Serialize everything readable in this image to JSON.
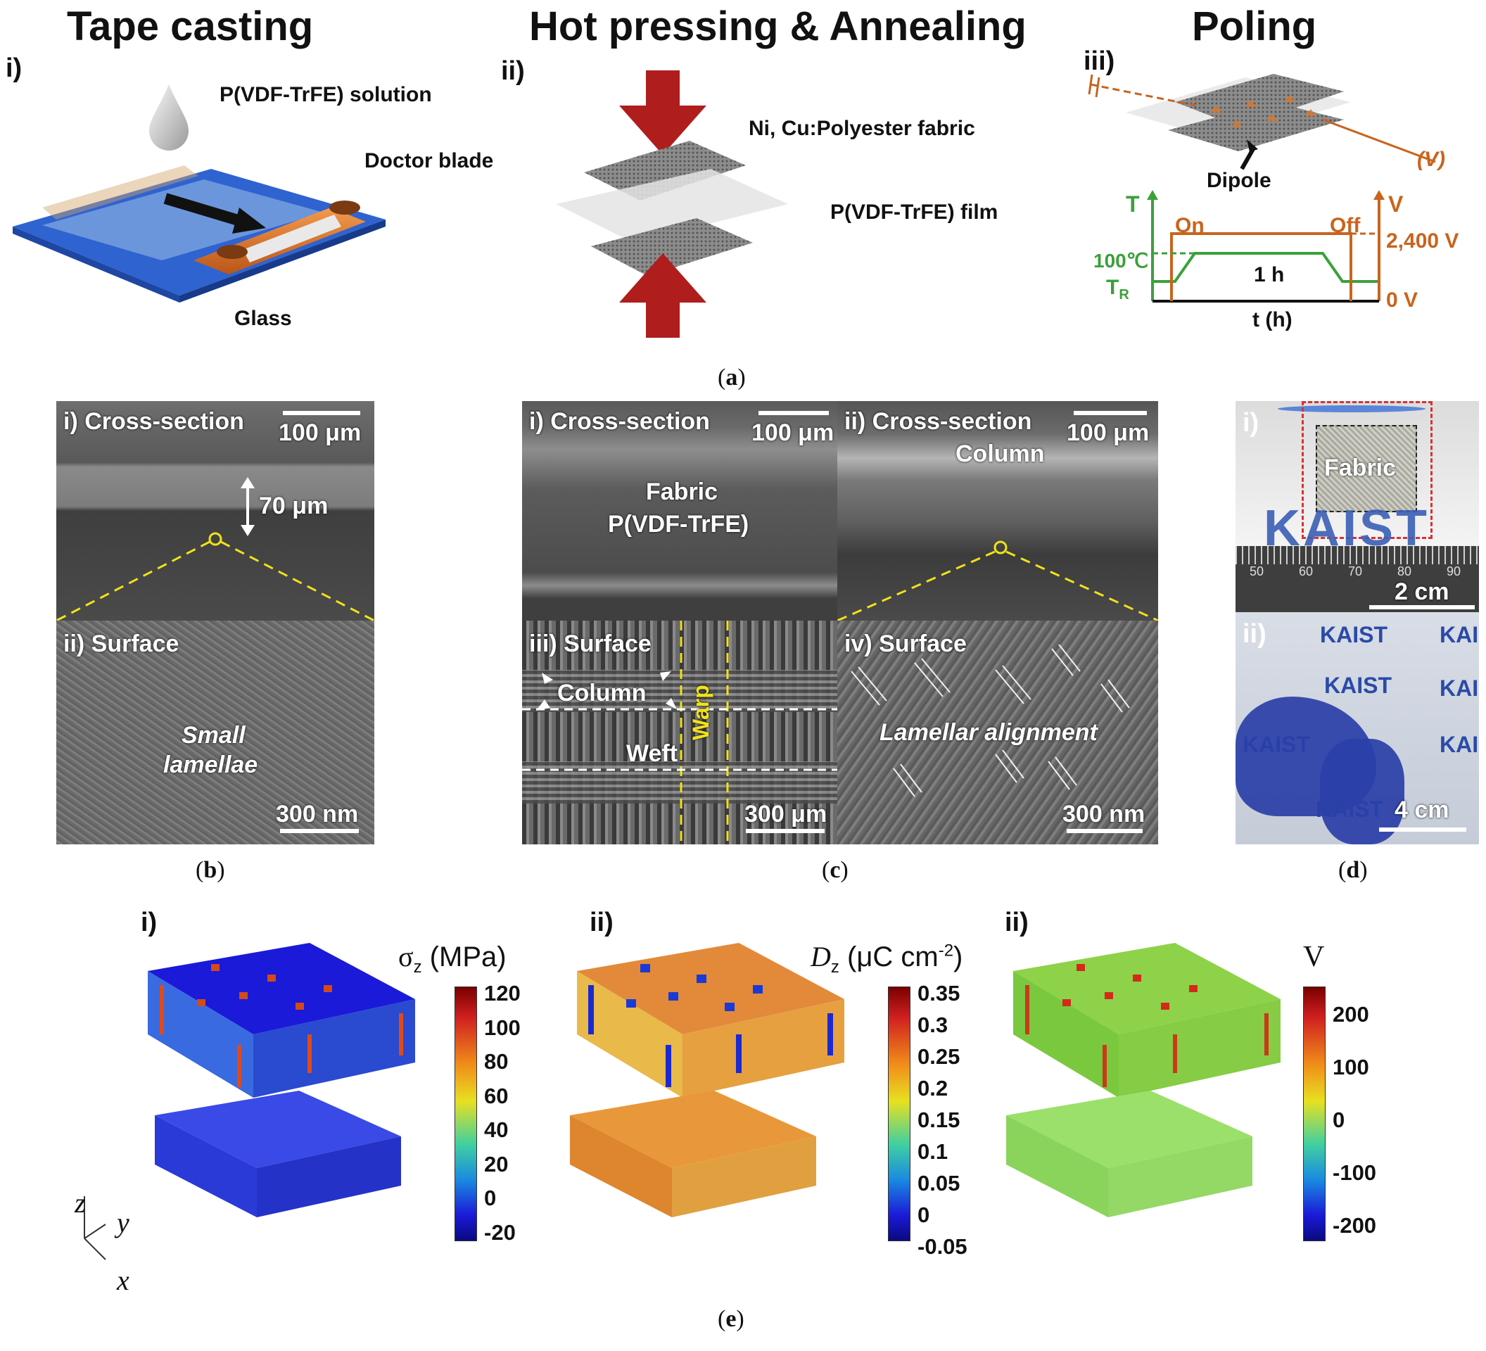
{
  "panel_a": {
    "headers": [
      "Tape casting",
      "Hot pressing & Annealing",
      "Poling"
    ],
    "sub_labels": [
      "i)",
      "ii)",
      "iii)"
    ],
    "tape": {
      "solution": "P(VDF-TrFE) solution",
      "blade": "Doctor blade",
      "glass": "Glass"
    },
    "press": {
      "fabric": "Ni, Cu:Polyester fabric",
      "film": "P(VDF-TrFE) film"
    },
    "poling": {
      "dipole": "Dipole",
      "voltage": "(V)",
      "t_axis": "T",
      "v_axis": "V",
      "on": "On",
      "off": "Off",
      "temp": "100℃",
      "tr": "T",
      "tr_sub": "R",
      "hold": "1 h",
      "time": "t (h)",
      "v_high": "2,400 V",
      "v_low": "0 V"
    },
    "caption": "a"
  },
  "panel_b": {
    "top_label": "i) Cross-section",
    "top_scale": "100 μm",
    "thickness": "70 μm",
    "bottom_label": "ii) Surface",
    "bottom_text_1": "Small",
    "bottom_text_2": "lamellae",
    "bottom_scale": "300 nm",
    "caption": "b"
  },
  "panel_c": {
    "q1_label": "i) Cross-section",
    "q1_scale": "100 μm",
    "q1_fabric": "Fabric",
    "q1_film": "P(VDF-TrFE)",
    "q2_label": "ii) Cross-section",
    "q2_scale": "100 μm",
    "q2_column": "Column",
    "q3_label": "iii) Surface",
    "q3_column": "Column",
    "q3_weft": "Weft",
    "q3_warp": "Warp",
    "q3_scale": "300 μm",
    "q4_label": "iv) Surface",
    "q4_text": "Lamellar alignment",
    "q4_scale": "300 nm",
    "caption": "c"
  },
  "panel_d": {
    "i_label": "i)",
    "fabric": "Fabric",
    "logo": "KAIST",
    "ruler_scale": "2 cm",
    "ii_label": "ii)",
    "logo_small": "KAIST",
    "ii_scale": "4 cm",
    "ruler_nums": [
      "50",
      "60",
      "70",
      "80",
      "90"
    ],
    "caption": "d"
  },
  "panel_e": {
    "sub_labels": [
      "i)",
      "ii)",
      "ii)"
    ],
    "axes": {
      "z": "z",
      "y": "y",
      "x": "x"
    },
    "colorbars": [
      {
        "title": "σ",
        "title_sub": "z",
        "unit": " (MPa)",
        "ticks": [
          "120",
          "100",
          "80",
          "60",
          "40",
          "20",
          "0",
          "-20"
        ]
      },
      {
        "title": "D",
        "title_sub": "z",
        "unit": " (μC cm",
        "unit_sup": "-2",
        "unit_end": ")",
        "ticks": [
          "0.35",
          "0.3",
          "0.25",
          "0.2",
          "0.15",
          "0.1",
          "0.05",
          "0",
          "-0.05"
        ]
      },
      {
        "title": "V",
        "ticks": [
          "200",
          "100",
          "0",
          "-100",
          "-200"
        ]
      }
    ],
    "caption": "e"
  },
  "colors": {
    "arrow_red": "#b01d1d",
    "poling_green": "#3aa13a",
    "poling_orange": "#c8641e",
    "blade_orange": "#d9722a",
    "glass_blue": "#3b6fd6",
    "annot_yellow": "#f1e21a"
  }
}
